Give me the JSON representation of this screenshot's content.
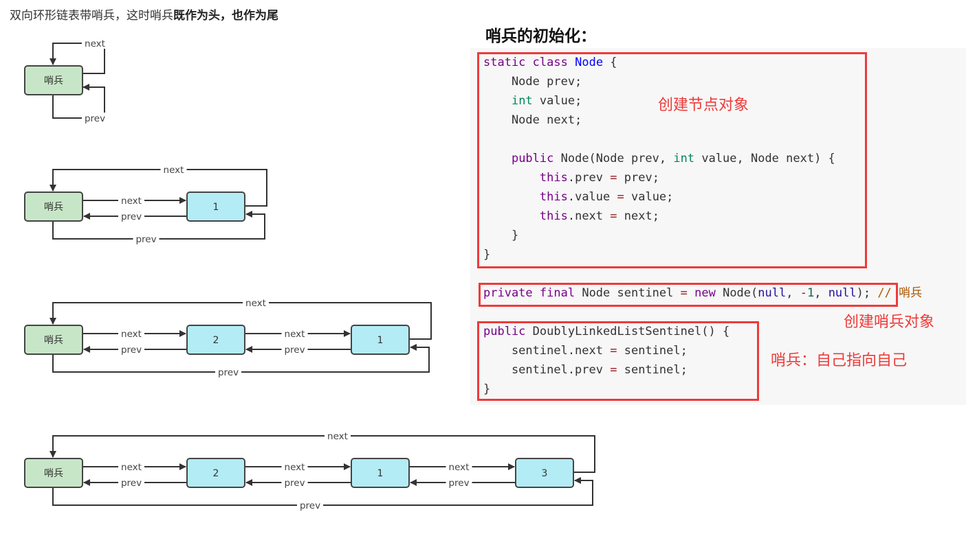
{
  "intro": {
    "plain": "双向环形链表带哨兵，这时哨兵",
    "bold": "既作为头，也作为尾"
  },
  "diagram": {
    "labels": {
      "sentinel": "哨兵",
      "next": "next",
      "prev": "prev"
    },
    "lists": [
      {
        "nodes": []
      },
      {
        "nodes": [
          "1"
        ]
      },
      {
        "nodes": [
          "2",
          "1"
        ]
      },
      {
        "nodes": [
          "2",
          "1",
          "3"
        ]
      }
    ]
  },
  "init": {
    "title": "哨兵的初始化："
  },
  "code": {
    "node_class": [
      "static class Node {",
      "    Node prev;",
      "    int value;",
      "    Node next;",
      "",
      "    public Node(Node prev, int value, Node next) {",
      "        this.prev = prev;",
      "        this.value = value;",
      "        this.next = next;",
      "    }",
      "}"
    ],
    "sentinel_field": "private final Node sentinel = new Node(null, -1, null); // 哨兵",
    "constructor": [
      "public DoublyLinkedListSentinel() {",
      "    sentinel.next = sentinel;",
      "    sentinel.prev = sentinel;",
      "}"
    ]
  },
  "annotations": {
    "create_node": "创建节点对象",
    "create_sentinel": "创建哨兵对象",
    "self_pointing": "哨兵：自己指向自己"
  },
  "colors": {
    "sentinel_fill": "#c7e6c7",
    "node_fill": "#b3ecf5",
    "box_stroke": "#444444",
    "highlight_red": "#ee3a3a",
    "code_bg": "#f7f7f7"
  }
}
